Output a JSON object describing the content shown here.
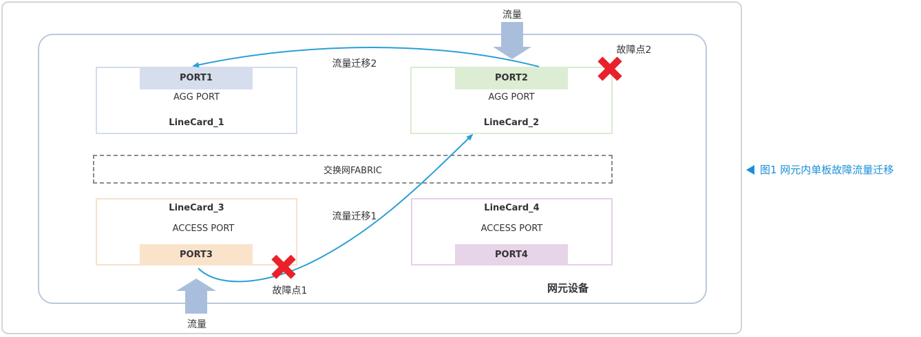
{
  "flow_top_label": "流量",
  "flow_bottom_label": "流量",
  "migration2_label": "流量迁移2",
  "migration1_label": "流量迁移1",
  "fault2_label": "故障点2",
  "fault1_label": "故障点1",
  "fabric_label": "交换网FABRIC",
  "device_label": "网元设备",
  "caption": "图1  网元内单板故障流量迁移",
  "cards": {
    "lc1": {
      "port": "PORT1",
      "type": "AGG PORT",
      "name": "LineCard_1"
    },
    "lc2": {
      "port": "PORT2",
      "type": "AGG PORT",
      "name": "LineCard_2"
    },
    "lc3": {
      "port": "PORT3",
      "type": "ACCESS PORT",
      "name": "LineCard_3"
    },
    "lc4": {
      "port": "PORT4",
      "type": "ACCESS PORT",
      "name": "LineCard_4"
    }
  },
  "colors": {
    "arrow": "#2a9fd6",
    "fault": "#e8212a",
    "flow": "#a9bedd",
    "lc1_border": "#d2dcea",
    "port1_fill": "#d6dded",
    "lc2_border": "#d8ebd0",
    "port2_fill": "#dcedd3",
    "lc3_border": "#f7e1c9",
    "port3_fill": "#fae3cb",
    "lc4_border": "#e4d1e6",
    "port4_fill": "#e7d4e8"
  }
}
